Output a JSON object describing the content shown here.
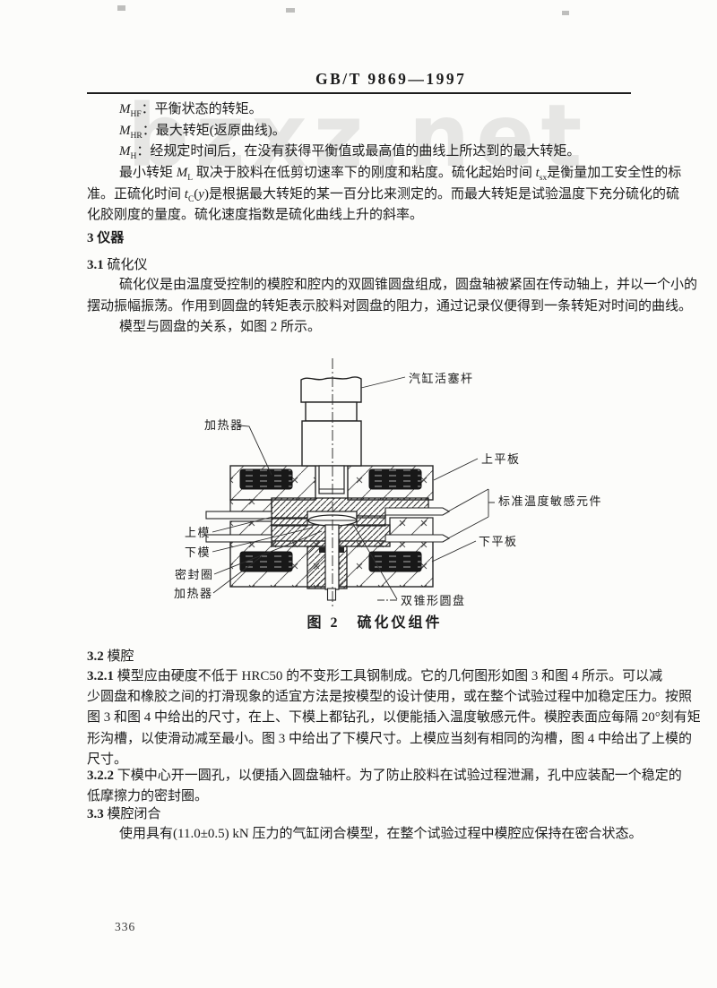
{
  "page": {
    "header": "GB/T 9869—1997",
    "page_number": "336",
    "watermark": "bzxz.net"
  },
  "definitions": {
    "l1": [
      {
        "t": "M",
        "i": true
      },
      {
        "t": "HF",
        "sub": true
      },
      {
        "t": "：平衡状态的转矩。"
      }
    ],
    "l2": [
      {
        "t": "M",
        "i": true
      },
      {
        "t": "HR",
        "sub": true
      },
      {
        "t": "：最大转矩(返原曲线)。"
      }
    ],
    "l3": [
      {
        "t": "M",
        "i": true
      },
      {
        "t": "H",
        "sub": true
      },
      {
        "t": "：经规定时间后，在没有获得平衡值或最高值的曲线上所达到的最大转矩。"
      }
    ],
    "l4": [
      {
        "t": "最小转矩 "
      },
      {
        "t": "M",
        "i": true
      },
      {
        "t": "L",
        "sub": true
      },
      {
        "t": " 取决于胶料在低剪切速率下的刚度和粘度。硫化起始时间 "
      },
      {
        "t": "t",
        "i": true
      },
      {
        "t": "sx",
        "sub": true
      },
      {
        "t": "是衡量加工安全性的标"
      }
    ],
    "l5": [
      {
        "t": "准。正硫化时间 "
      },
      {
        "t": "t",
        "i": true
      },
      {
        "t": "C",
        "sub": true
      },
      {
        "t": "("
      },
      {
        "t": "y",
        "i": true
      },
      {
        "t": ")是根据最大转矩的某一百分比来测定的。而最大转矩是试验温度下充分硫化的硫"
      }
    ],
    "l6": [
      {
        "t": "化胶刚度的量度。硫化速度指数是硫化曲线上升的斜率。"
      }
    ]
  },
  "sec3": {
    "h": [
      {
        "t": "3  仪器",
        "b": true
      }
    ]
  },
  "sec31": {
    "h": [
      {
        "t": "3.1",
        "b": true
      },
      {
        "t": "  硫化仪"
      }
    ],
    "l1": [
      {
        "t": "硫化仪是由温度受控制的模腔和腔内的双圆锥圆盘组成，圆盘轴被紧固在传动轴上，并以一个小的"
      }
    ],
    "l2": [
      {
        "t": "摆动振幅振荡。作用到圆盘的转矩表示胶料对圆盘的阻力，通过记录仪便得到一条转矩对时间的曲线。"
      }
    ],
    "l3": [
      {
        "t": "模型与圆盘的关系，如图 2 所示。"
      }
    ]
  },
  "figure": {
    "caption": "图 2　硫化仪组件",
    "labels": {
      "piston": "汽缸活塞杆",
      "heater_top": "加热器",
      "upper_platen": "上平板",
      "temp_sensor": "标准温度敏感元件",
      "upper_die": "上模",
      "lower_die": "下模",
      "lower_platen": "下平板",
      "seal": "密封圈",
      "heater_bottom": "加热器",
      "disc": "双锥形圆盘"
    }
  },
  "sec32": {
    "h": [
      {
        "t": "3.2",
        "b": true
      },
      {
        "t": "  模腔"
      }
    ]
  },
  "sec321": {
    "l1": [
      {
        "t": "3.2.1",
        "b": true
      },
      {
        "t": "  模型应由硬度不低于 HRC50 的不变形工具钢制成。它的几何图形如图 3 和图 4 所示。可以减"
      }
    ],
    "l2": [
      {
        "t": "少圆盘和橡胶之间的打滑现象的适宜方法是按模型的设计使用，或在整个试验过程中加稳定压力。按照"
      }
    ],
    "l3": [
      {
        "t": "图 3 和图 4 中给出的尺寸，在上、下模上都钻孔，以便能插入温度敏感元件。模腔表面应每隔 20°刻有矩"
      }
    ],
    "l4": [
      {
        "t": "形沟槽，以使滑动减至最小。图 3 中给出了下模尺寸。上模应当刻有相同的沟槽，图 4 中给出了上模的"
      }
    ],
    "l5": [
      {
        "t": "尺寸。"
      }
    ]
  },
  "sec322": {
    "l1": [
      {
        "t": "3.2.2",
        "b": true
      },
      {
        "t": "  下模中心开一圆孔，以便插入圆盘轴杆。为了防止胶料在试验过程泄漏，孔中应装配一个稳定的"
      }
    ],
    "l2": [
      {
        "t": "低摩擦力的密封圈。"
      }
    ]
  },
  "sec33": {
    "h": [
      {
        "t": "3.3",
        "b": true
      },
      {
        "t": "  模腔闭合"
      }
    ],
    "l1": [
      {
        "t": "使用具有(11.0±0.5) kN 压力的气缸闭合模型，在整个试验过程中模腔应保持在密合状态。"
      }
    ]
  }
}
